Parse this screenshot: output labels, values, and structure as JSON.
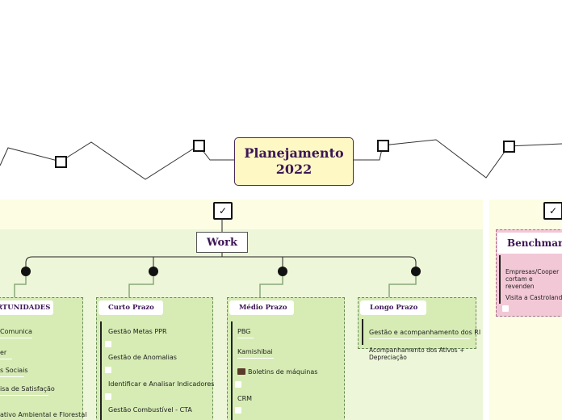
{
  "central": {
    "line1": "Planejamento",
    "line2": "2022"
  },
  "work": {
    "label": "Work"
  },
  "checkmark": "✓",
  "groups": [
    {
      "id": "oportunidades",
      "title": "RTUNIDADES",
      "items": [
        "Comunica",
        "er",
        "s Sociais",
        "isa de Satisfação",
        "ativo Ambiental e Florestal"
      ]
    },
    {
      "id": "curto",
      "title": "Curto Prazo",
      "items": [
        "Gestão Metas PPR",
        "Gestão de Anomalias",
        "Identificar e Analisar Indicadores",
        "Gestão Combustível - CTA"
      ]
    },
    {
      "id": "medio",
      "title": "Médio Prazo",
      "items": [
        "PBG",
        "Kamishibai",
        "Boletins de máquinas",
        "CRM"
      ]
    },
    {
      "id": "longo",
      "title": "Longo Prazo",
      "items": [
        "Gestão e acompanhamento dos RI",
        "Acompanhamento dos Ativos + Depreciação"
      ]
    }
  ],
  "benchmark": {
    "title": "Benchmar",
    "items": [
      "Empresas/Cooper cortam e revenden",
      "Visita a Castrolanda"
    ]
  },
  "colors": {
    "accent": "#3d1656",
    "central_bg": "#fdf8c4",
    "panel_bg": "#edf6d8",
    "group_bg": "#d6ecb4",
    "bench_bg": "#f3c8d6"
  }
}
